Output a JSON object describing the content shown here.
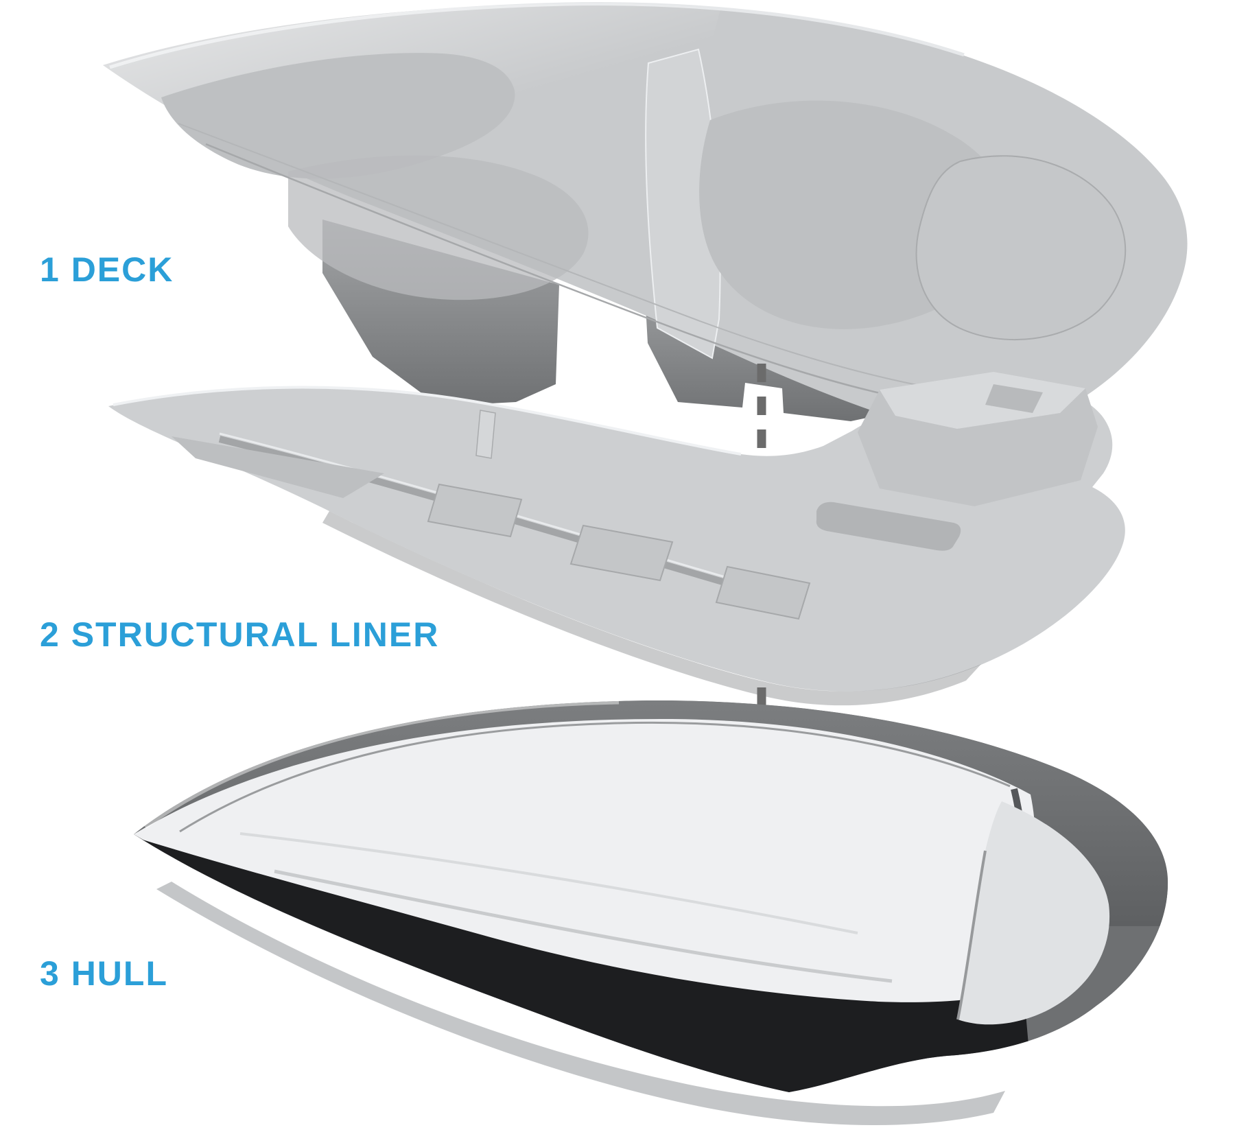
{
  "diagram": {
    "background": "#FFFFFF",
    "parts": [
      {
        "number": "1",
        "name": "Deck",
        "label": "1 DECK"
      },
      {
        "number": "2",
        "name": "Structural liner",
        "label": "2 STRUCTURAL LINER"
      },
      {
        "number": "3",
        "name": "Hull",
        "label": "3 HULL"
      }
    ],
    "arrows": [
      {
        "name": "deck-to-liner",
        "direction": "down"
      },
      {
        "name": "liner-to-hull",
        "direction": "down"
      }
    ]
  },
  "colors": {
    "accent_blue": "#2B9FD8",
    "arrow_blue": "#31A9DF",
    "arrow_gray": "#6B6B6B",
    "deck_gray": "#C8CACC",
    "deck_recess_gray": "#BEC0C2",
    "liner_gray": "#CDCFD1",
    "hull_band_gray": "#6E7072",
    "hull_white": "#EFF0F2",
    "hull_black": "#1D1E20",
    "keel_gray": "#C4C6C8",
    "transom_gray": "#E0E2E4"
  }
}
